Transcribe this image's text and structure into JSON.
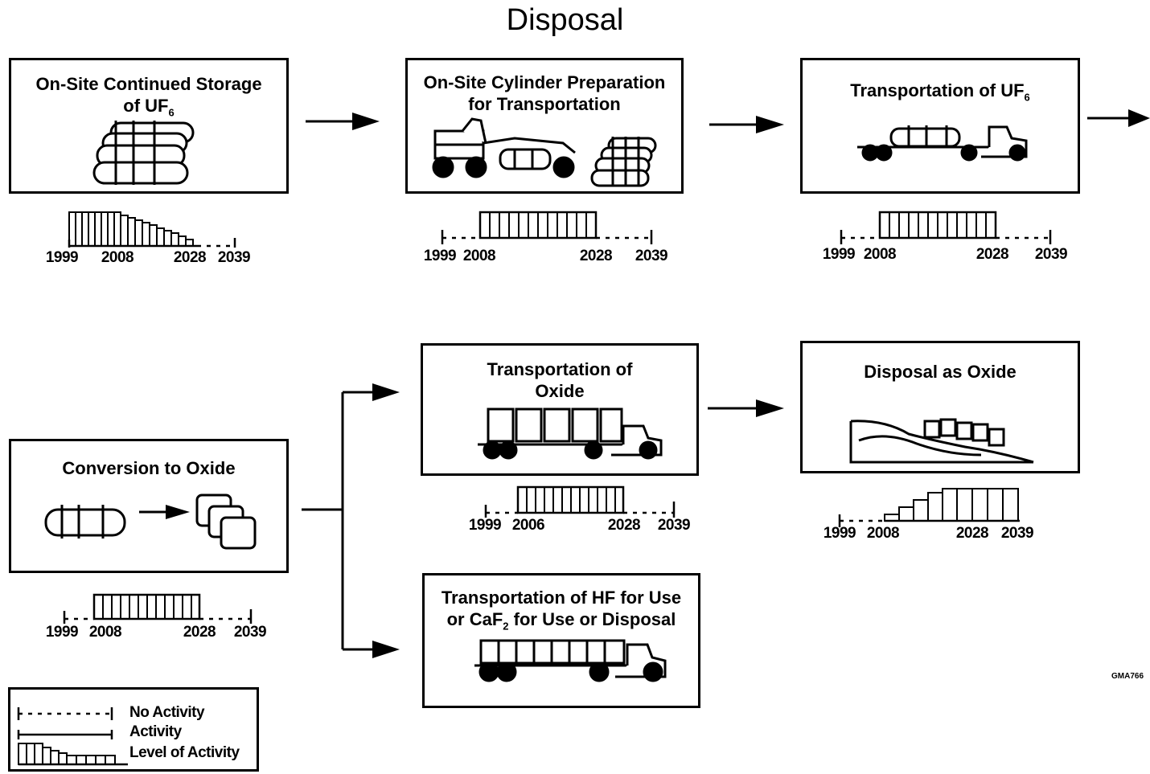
{
  "title": "Disposal",
  "boxes": {
    "storage": {
      "line1": "On-Site Continued Storage",
      "line2": "of UF",
      "sub": "6"
    },
    "prep": {
      "line1": "On-Site Cylinder Preparation",
      "line2": "for Transportation"
    },
    "transport_uf6": {
      "line1": "Transportation of UF",
      "sub": "6"
    },
    "conversion": {
      "line1": "Conversion to Oxide"
    },
    "transport_oxide": {
      "line1": "Transportation of",
      "line2": "Oxide"
    },
    "disposal_oxide": {
      "line1": "Disposal as Oxide"
    },
    "transport_hf": {
      "line1": "Transportation of HF for Use",
      "line2a": "or CaF",
      "sub": "2",
      "line2b": " for Use or Disposal"
    }
  },
  "timelines": {
    "storage": [
      "1999",
      "2008",
      "2028",
      "2039"
    ],
    "prep": [
      "1999",
      "2008",
      "2028",
      "2039"
    ],
    "transport_uf6": [
      "1999",
      "2008",
      "2028",
      "2039"
    ],
    "conversion": [
      "1999",
      "2008",
      "2028",
      "2039"
    ],
    "transport_oxide": [
      "1999",
      "2006",
      "2028",
      "2039"
    ],
    "disposal_oxide": [
      "1999",
      "2008",
      "2028",
      "2039"
    ]
  },
  "legend": {
    "no_activity": "No Activity",
    "activity": "Activity",
    "level": "Level of Activity"
  },
  "stamp": "GMA766"
}
